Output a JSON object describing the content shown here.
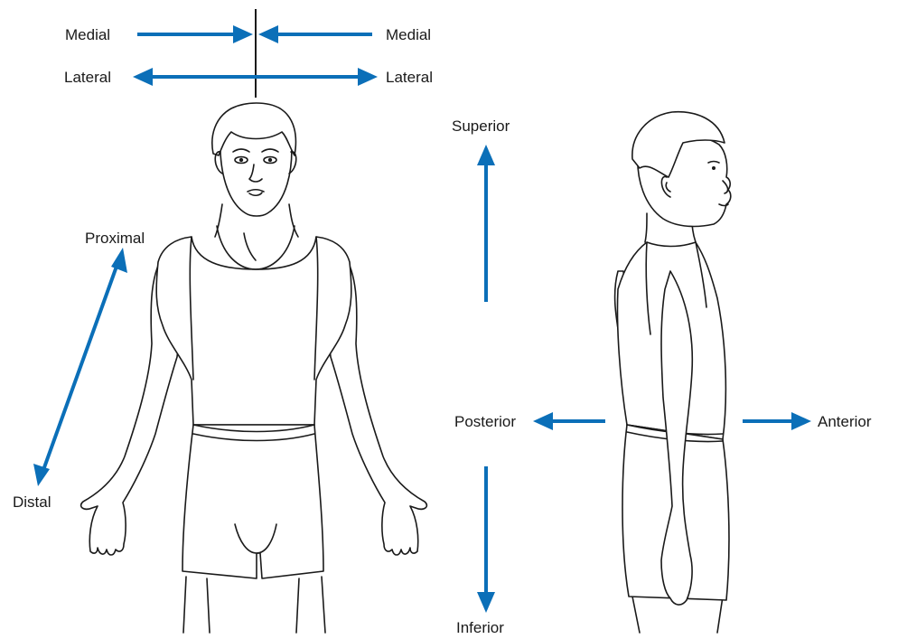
{
  "labels": {
    "medial_left": "Medial",
    "medial_right": "Medial",
    "lateral_left": "Lateral",
    "lateral_right": "Lateral",
    "superior": "Superior",
    "inferior": "Inferior",
    "proximal": "Proximal",
    "distal": "Distal",
    "posterior": "Posterior",
    "anterior": "Anterior"
  },
  "colors": {
    "arrow": "#0b6fb8",
    "line_art": "#1a1a1a",
    "background": "#ffffff"
  }
}
